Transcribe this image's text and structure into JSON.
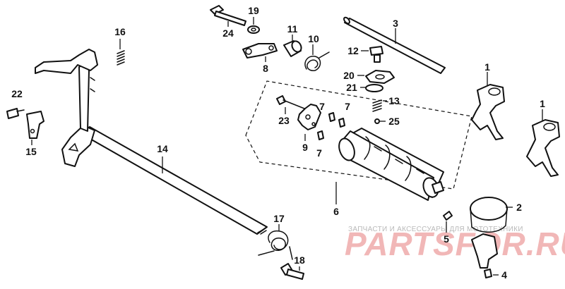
{
  "labels": {
    "l1a": "1",
    "l1b": "1",
    "l2": "2",
    "l3": "3",
    "l4": "4",
    "l5": "5",
    "l6": "6",
    "l7a": "7",
    "l7b": "7",
    "l7c": "7",
    "l8": "8",
    "l9": "9",
    "l10": "10",
    "l11": "11",
    "l12": "12",
    "l13": "13",
    "l14": "14",
    "l15": "15",
    "l16": "16",
    "l17": "17",
    "l18": "18",
    "l19": "19",
    "l20": "20",
    "l21": "21",
    "l22": "22",
    "l23": "23",
    "l24": "24",
    "l25": "25"
  },
  "watermark": {
    "tagline": "ЗАПЧАСТИ И АКСЕССУАРЫ ДЛЯ МОТОТЕХНИКИ",
    "brand": "PARTSFOR.RU"
  },
  "colors": {
    "ink": "#111111",
    "watermark_text": "#b9b9b9",
    "watermark_brand": "#f1b7b7"
  }
}
